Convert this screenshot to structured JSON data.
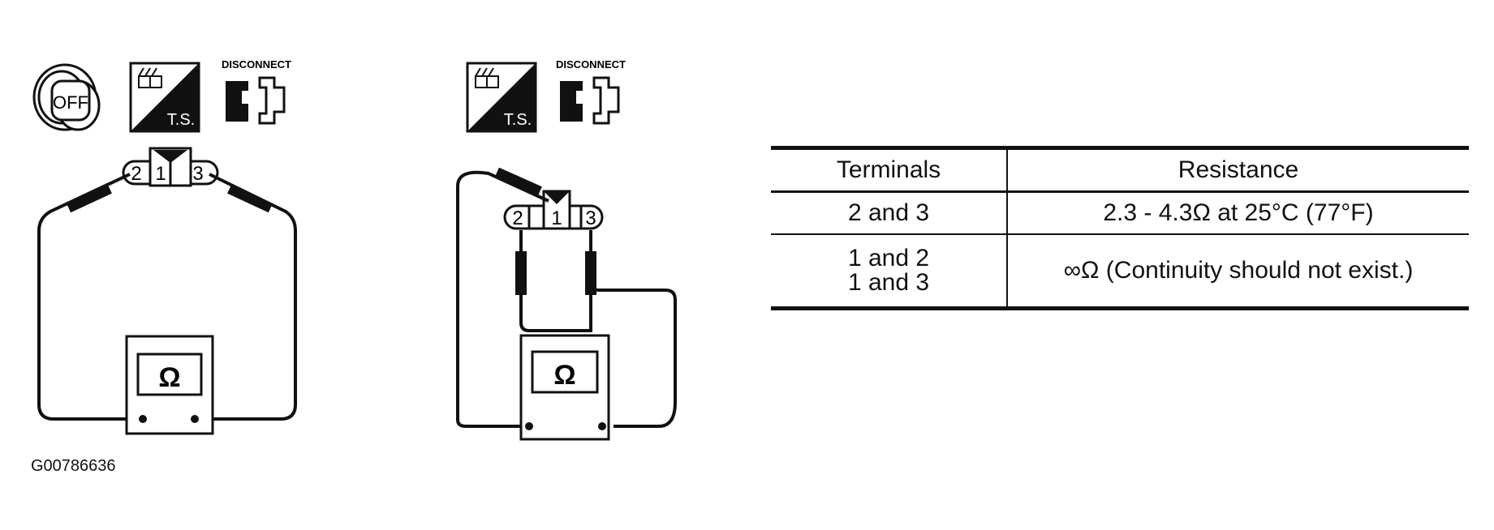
{
  "icons": {
    "ignition_off": "OFF",
    "test_set_label": "T.S.",
    "disconnect_label": "DISCONNECT"
  },
  "diagram_left": {
    "terminals": [
      "2",
      "1",
      "3"
    ],
    "meter_symbol": "Ω"
  },
  "diagram_right": {
    "terminals": [
      "2",
      "1",
      "3"
    ],
    "meter_symbol": "Ω"
  },
  "table": {
    "headers": [
      "Terminals",
      "Resistance"
    ],
    "rows": [
      {
        "terminals": [
          "2 and 3"
        ],
        "resistance": "2.3 - 4.3Ω at 25°C (77°F)"
      },
      {
        "terminals": [
          "1 and 2",
          "1 and 3"
        ],
        "resistance": "∞Ω (Continuity should not exist.)"
      }
    ]
  },
  "figure_id": "G00786636"
}
